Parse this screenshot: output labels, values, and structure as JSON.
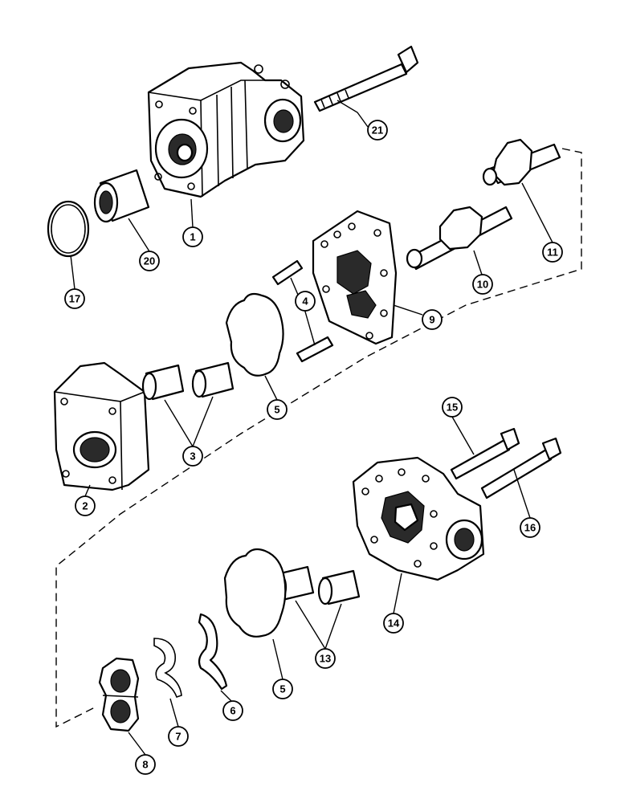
{
  "callouts": [
    {
      "id": "c1",
      "label": "1"
    },
    {
      "id": "c2",
      "label": "2"
    },
    {
      "id": "c3",
      "label": "3"
    },
    {
      "id": "c4",
      "label": "4"
    },
    {
      "id": "c5a",
      "label": "5"
    },
    {
      "id": "c5b",
      "label": "5"
    },
    {
      "id": "c6",
      "label": "6"
    },
    {
      "id": "c7",
      "label": "7"
    },
    {
      "id": "c8",
      "label": "8"
    },
    {
      "id": "c9",
      "label": "9"
    },
    {
      "id": "c10",
      "label": "10"
    },
    {
      "id": "c11",
      "label": "11"
    },
    {
      "id": "c13",
      "label": "13"
    },
    {
      "id": "c14",
      "label": "14"
    },
    {
      "id": "c15",
      "label": "15"
    },
    {
      "id": "c16",
      "label": "16"
    },
    {
      "id": "c17",
      "label": "17"
    },
    {
      "id": "c20",
      "label": "20"
    },
    {
      "id": "c21",
      "label": "21"
    }
  ]
}
